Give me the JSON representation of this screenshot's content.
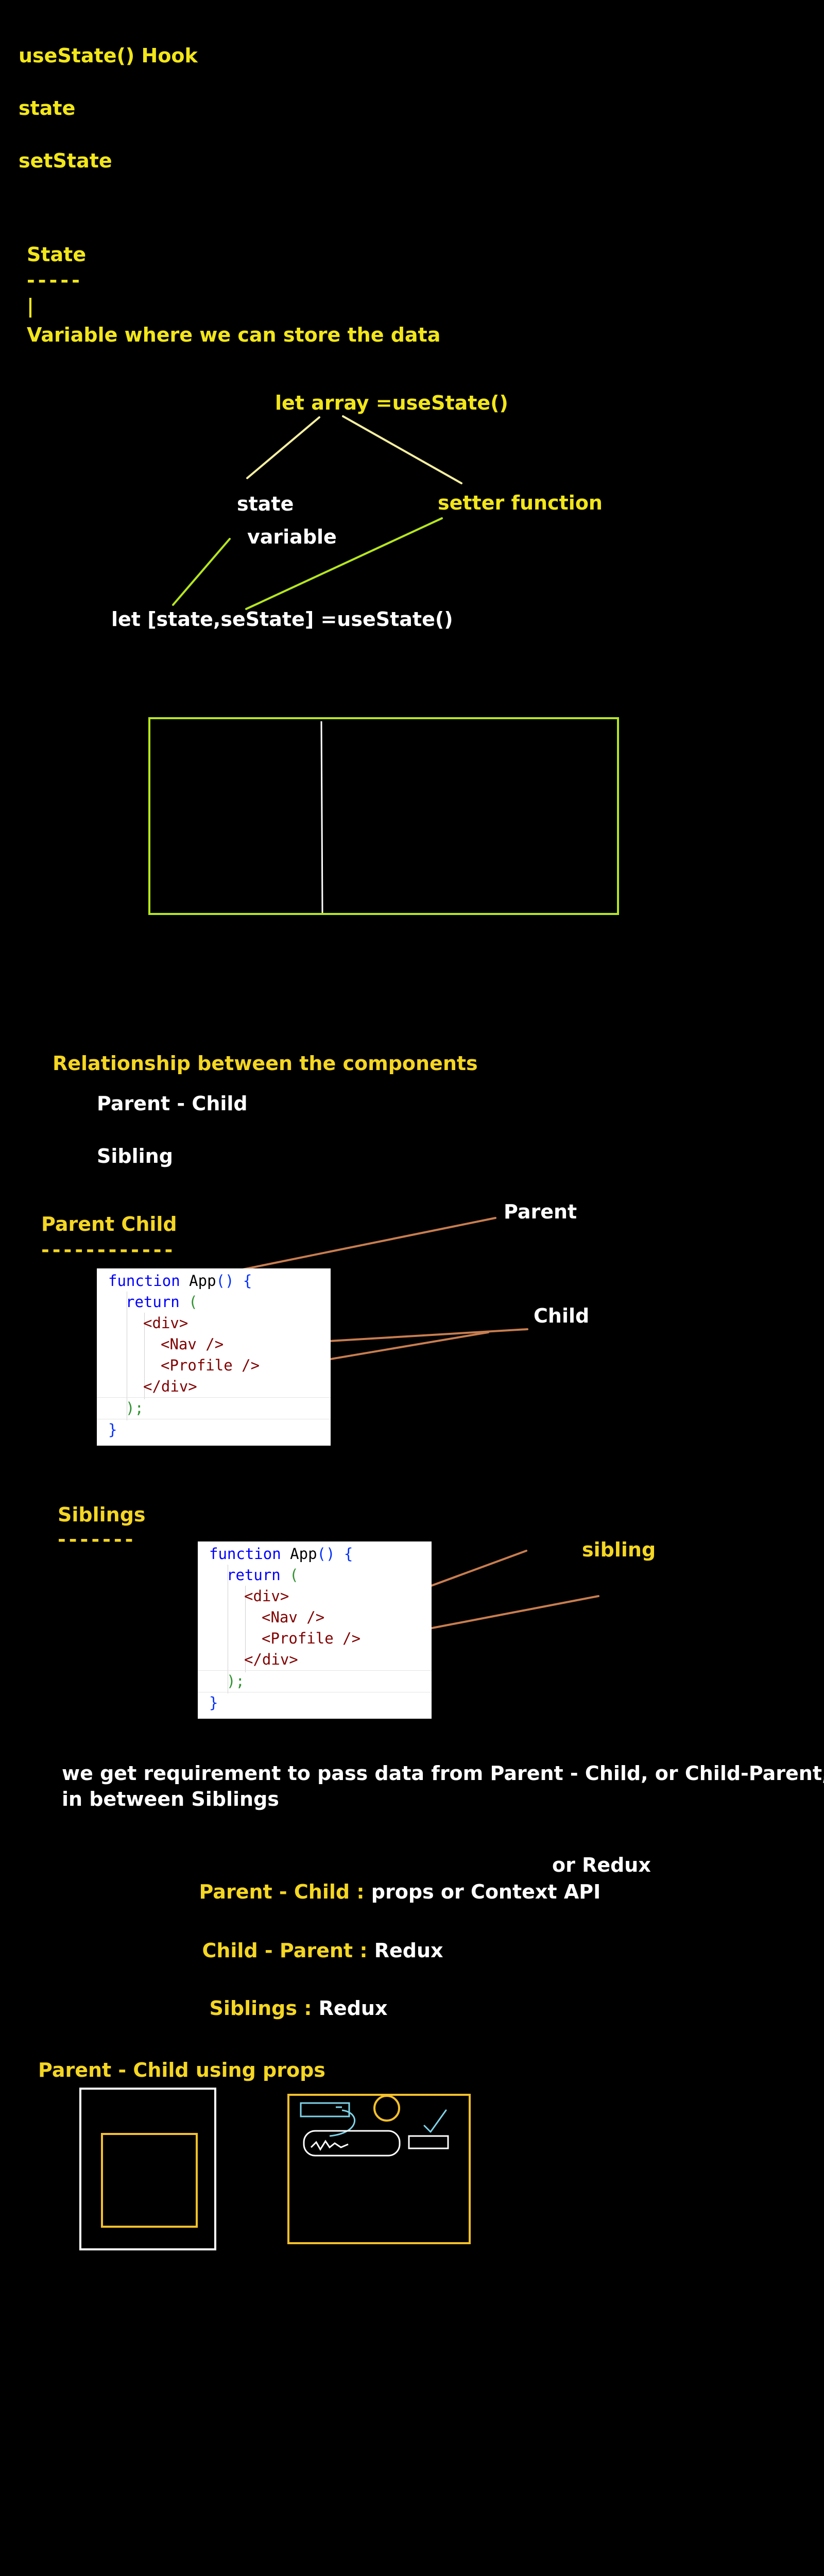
{
  "heading": "useState() Hook",
  "terms": [
    "state",
    "setState"
  ],
  "state_block": {
    "title": "State",
    "dashes": "-----",
    "pipe": "|",
    "definition": "Variable where we can store the data"
  },
  "diagram": {
    "top": "let array =useState()",
    "left": "state",
    "left_sub": "variable",
    "right": "setter function",
    "bottom": "let [state,seState] =useState()"
  },
  "relationship": {
    "title": "Relationship between the components",
    "items": [
      "Parent - Child",
      "Sibling"
    ]
  },
  "parent_child": {
    "title": "Parent Child",
    "dashes": "------------",
    "label_parent": "Parent",
    "label_child": "Child"
  },
  "siblings": {
    "title": "Siblings",
    "dashes": "-------",
    "label": "sibling"
  },
  "code": {
    "line1_kw": "function",
    "line1_fn": " App",
    "line1_paren": "()",
    "line1_brace": "{",
    "line2_kw": "return",
    "line2_paren": "(",
    "line3": "<div>",
    "line4": "<Nav />",
    "line5": "<Profile />",
    "line6": "</div>",
    "line7": ");",
    "line8": "}"
  },
  "requirement": {
    "line1": "we get requirement to pass data from Parent - Child, or Child-Parent,",
    "line2": "in between Siblings"
  },
  "methods": [
    {
      "label": "Parent - Child",
      "sep": " : ",
      "value": "props or Context API",
      "extra": "or Redux"
    },
    {
      "label": "Child - Parent",
      "sep": " : ",
      "value": "Redux"
    },
    {
      "label": "Siblings",
      "sep": " : ",
      "value": "Redux"
    }
  ],
  "props_title": "Parent - Child using props",
  "colors": {
    "yellow": "#f2e619",
    "accent_line": "#b5e61d",
    "orange_line": "#c87d4f",
    "orange_box": "#f5c02a",
    "cyan": "#7fd3e8"
  }
}
